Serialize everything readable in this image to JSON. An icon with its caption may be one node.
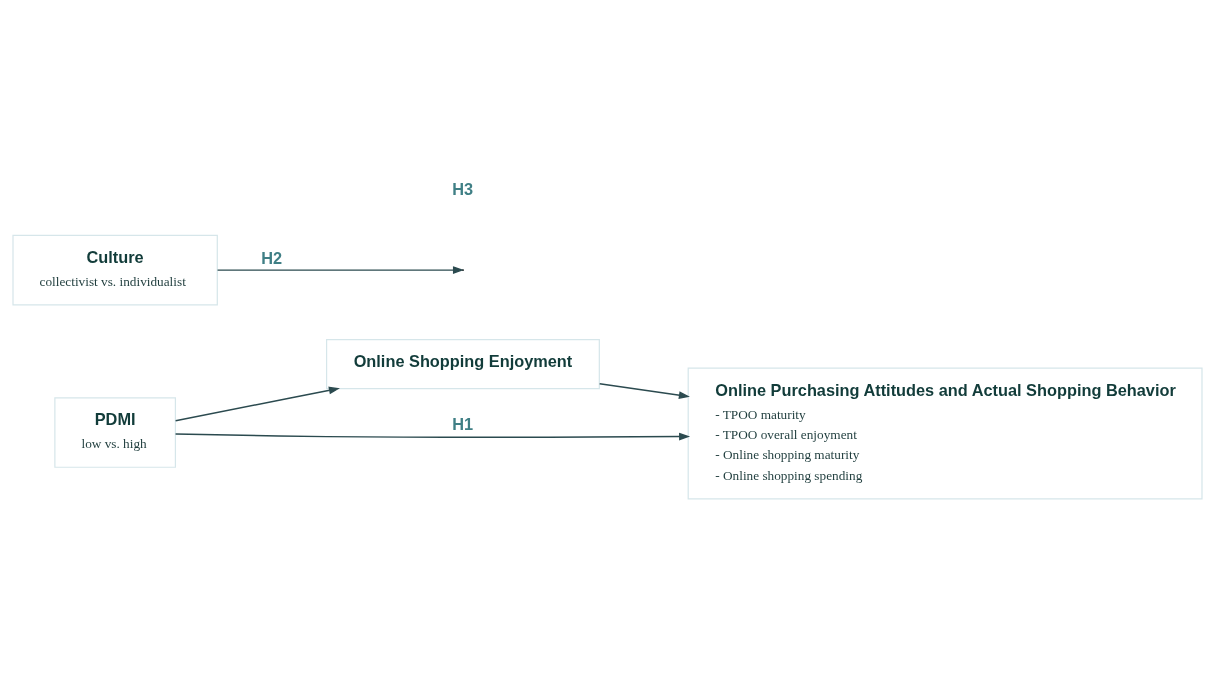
{
  "diagram": {
    "nodes": [
      {
        "text": [
          "Online Shopping Enjoyment"
        ]
      },
      {
        "text": [
          "PDMI",
          "low vs. high"
        ]
      },
      {
        "text": [
          "Online Purchasing Attitudes and Actual Shopping Behavior",
          "- TPOO maturity",
          "- TPOO overall enjoyment",
          "- Online shopping maturity",
          "- Online shopping spending"
        ]
      },
      {
        "text": [
          "Culture",
          "collectivist vs. individualist"
        ]
      }
    ],
    "edges": [
      {
        "from": 1,
        "to": 0,
        "arrow": "to"
      },
      {
        "from": 0,
        "to": 2,
        "arrow": "to"
      },
      {
        "from": 1,
        "to": 2,
        "arrow": "to",
        "label": "H1"
      },
      {
        "from": 3,
        "to": null,
        "arrow": "to",
        "label": "H2"
      }
    ],
    "labels": [
      "H3"
    ]
  }
}
